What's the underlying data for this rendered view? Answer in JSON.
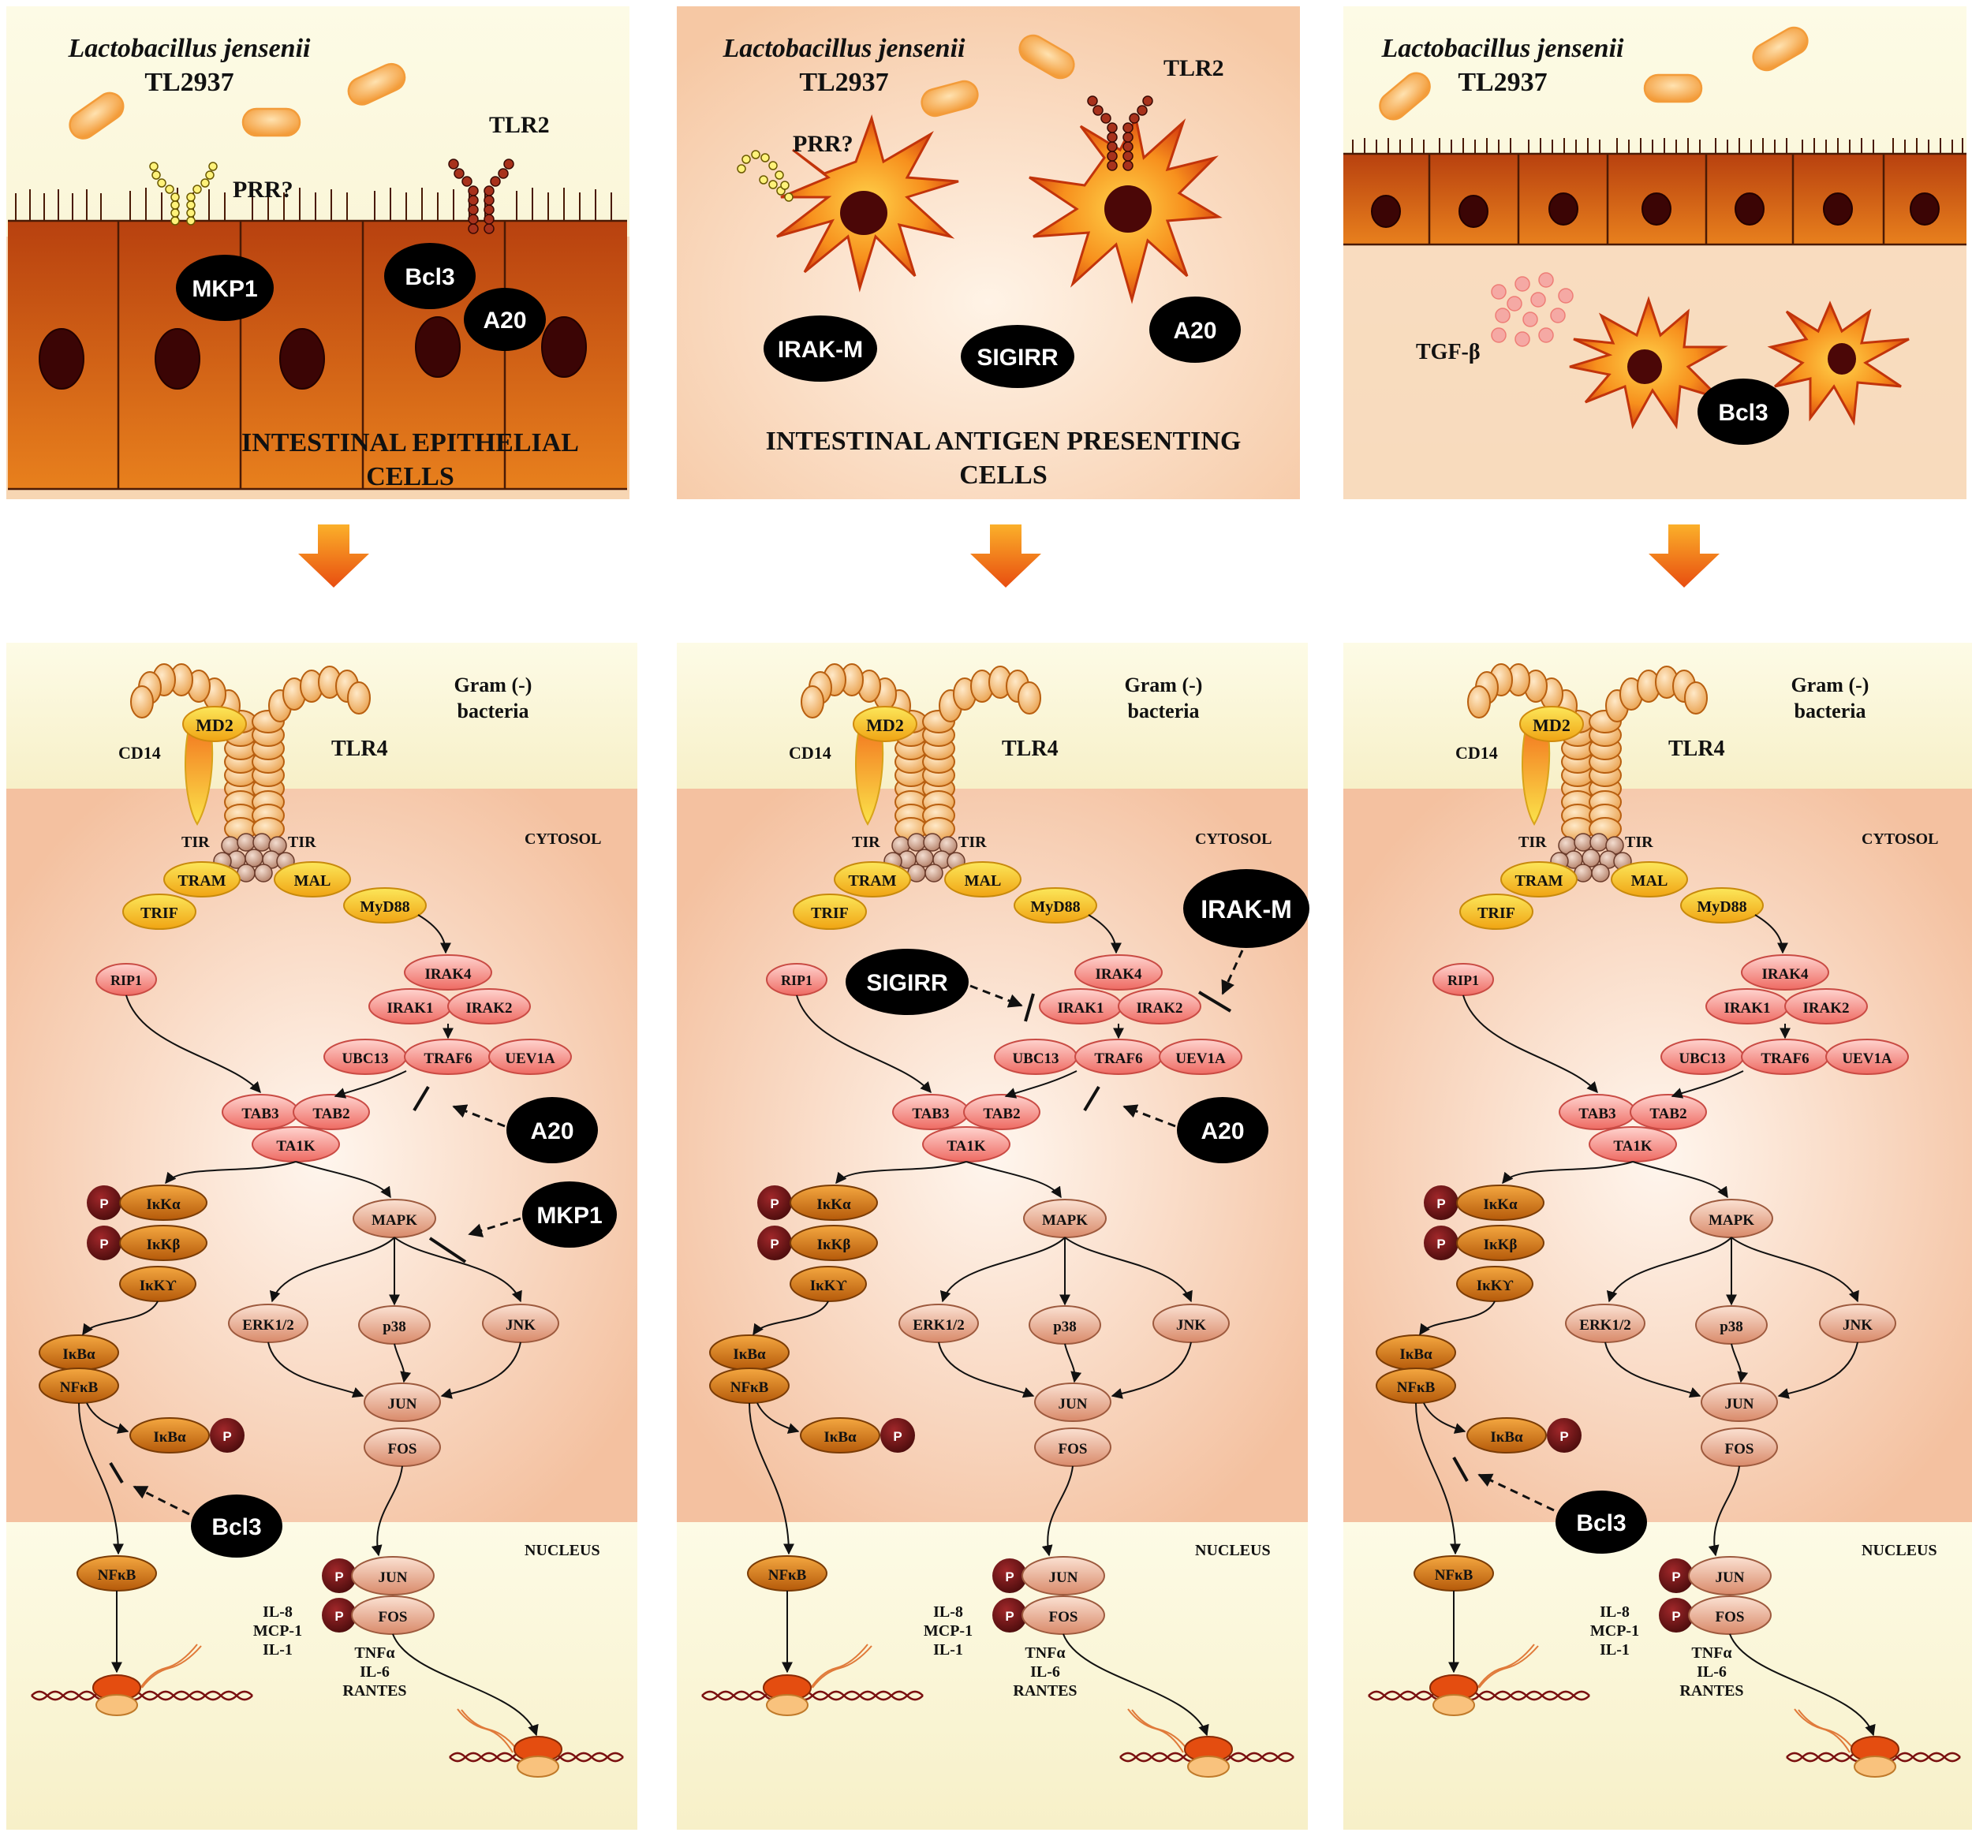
{
  "panels": [
    {
      "top": {
        "species": "Lactobacillus jensenii",
        "strain": "TL2937",
        "prr": "PRR?",
        "tlr2": "TLR2",
        "regulators": [
          "MKP1",
          "Bcl3",
          "A20"
        ],
        "title_line1": "INTESTINAL EPITHELIAL",
        "title_line2": "CELLS"
      },
      "inhibitors": [
        "A20",
        "MKP1",
        "Bcl3"
      ]
    },
    {
      "top": {
        "species": "Lactobacillus jensenii",
        "strain": "TL2937",
        "prr": "PRR?",
        "tlr2": "TLR2",
        "regulators": [
          "IRAK-M",
          "SIGIRR",
          "A20"
        ],
        "title_line1": "INTESTINAL ANTIGEN PRESENTING",
        "title_line2": "CELLS"
      },
      "inhibitors": [
        "SIGIRR",
        "IRAK-M",
        "A20"
      ]
    },
    {
      "top": {
        "species": "Lactobacillus jensenii",
        "strain": "TL2937",
        "cytokine": "TGF-β",
        "regulators": [
          "Bcl3"
        ]
      },
      "inhibitors": [
        "Bcl3"
      ]
    }
  ],
  "pathway": {
    "gram": "Gram (-)",
    "bacteria": "bacteria",
    "cd14": "CD14",
    "md2": "MD2",
    "tlr4": "TLR4",
    "tir": "TIR",
    "cytosol": "CYTOSOL",
    "nucleus": "NUCLEUS",
    "tram": "TRAM",
    "mal": "MAL",
    "trif": "TRIF",
    "myd88": "MyD88",
    "rip1": "RIP1",
    "irak4": "IRAK4",
    "irak1": "IRAK1",
    "irak2": "IRAK2",
    "ubc13": "UBC13",
    "traf6": "TRAF6",
    "uev1a": "UEV1A",
    "tab3": "TAB3",
    "tab2": "TAB2",
    "ta1k": "TA1K",
    "p": "P",
    "ikka": "IκKα",
    "ikkb": "IκKβ",
    "ikkg": "IκKϒ",
    "ikba": "IκBα",
    "nfkb": "NFκB",
    "mapk": "MAPK",
    "erk": "ERK1/2",
    "p38": "p38",
    "jnk": "JNK",
    "jun": "JUN",
    "fos": "FOS",
    "cyt1": [
      "IL-8",
      "MCP-1",
      "IL-1"
    ],
    "cyt2": [
      "TNFα",
      "IL-6",
      "RANTES"
    ]
  },
  "colors": {
    "cream": "#fbf7d6",
    "peach": "#f6c8a4",
    "epithelium": "#c3531a",
    "black": "#000000",
    "arrow": "#f39a1d"
  }
}
